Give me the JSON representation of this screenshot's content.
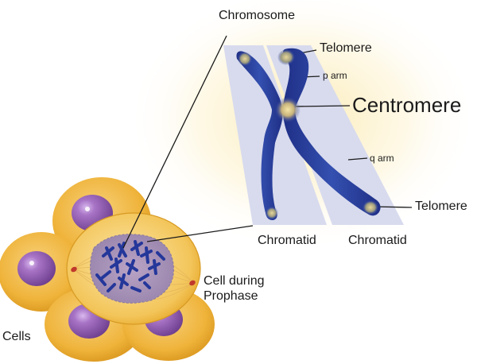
{
  "labels": {
    "chromosome": "Chromosome",
    "telomere_top": "Telomere",
    "p_arm": "p arm",
    "centromere": "Centromere",
    "q_arm": "q arm",
    "telomere_bottom": "Telomere",
    "chromatid_left": "Chromatid",
    "chromatid_right": "Chromatid",
    "cell_prophase_line1": "Cell during",
    "cell_prophase_line2": "Prophase",
    "cells": "Cells"
  },
  "colors": {
    "chromosome_blue": "#2a3e9a",
    "cell_gold": "#f0b93a",
    "cell_purple": "#8f5aa8",
    "panel_lavender": "#d8dbee"
  }
}
